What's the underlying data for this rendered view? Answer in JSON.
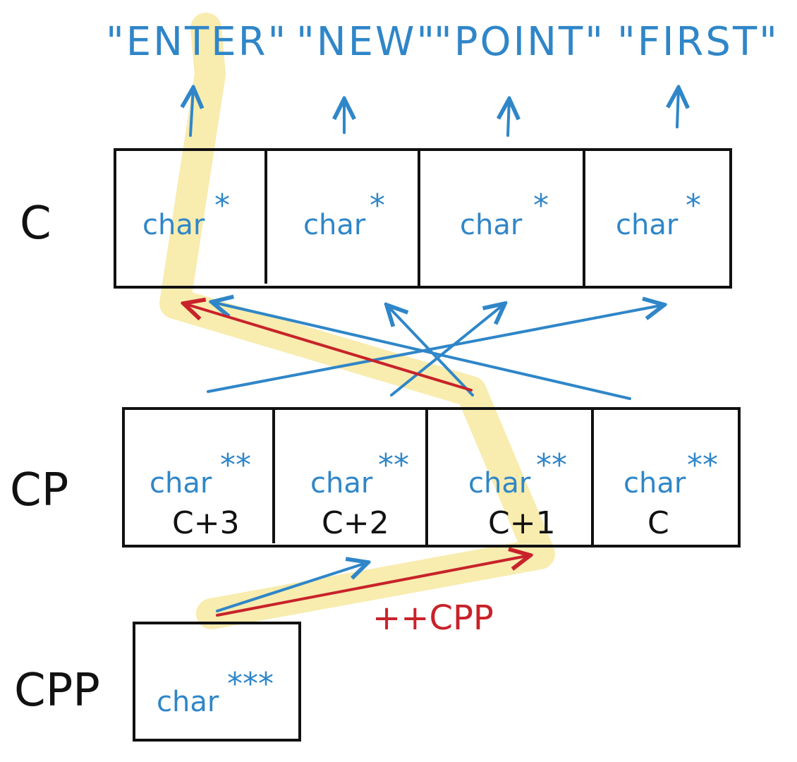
{
  "strings": [
    "\"ENTER\"",
    "\"NEW\"",
    "\"POINT\"",
    "\"FIRST\""
  ],
  "c_row": {
    "label": "C",
    "cells": [
      {
        "type": "char",
        "stars": "*"
      },
      {
        "type": "char",
        "stars": "*"
      },
      {
        "type": "char",
        "stars": "*"
      },
      {
        "type": "char",
        "stars": "*"
      }
    ]
  },
  "cp_row": {
    "label": "CP",
    "cells": [
      {
        "type": "char",
        "stars": "**",
        "value": "C+3"
      },
      {
        "type": "char",
        "stars": "**",
        "value": "C+2"
      },
      {
        "type": "char",
        "stars": "**",
        "value": "C+1"
      },
      {
        "type": "char",
        "stars": "**",
        "value": "C"
      }
    ]
  },
  "cpp_row": {
    "label": "CPP",
    "cell": {
      "type": "char",
      "stars": "***"
    }
  },
  "operation": "++CPP",
  "colors": {
    "ink": "#111111",
    "blue": "#2f86c8",
    "red": "#c8222a",
    "highlight": "#f3e07a"
  }
}
